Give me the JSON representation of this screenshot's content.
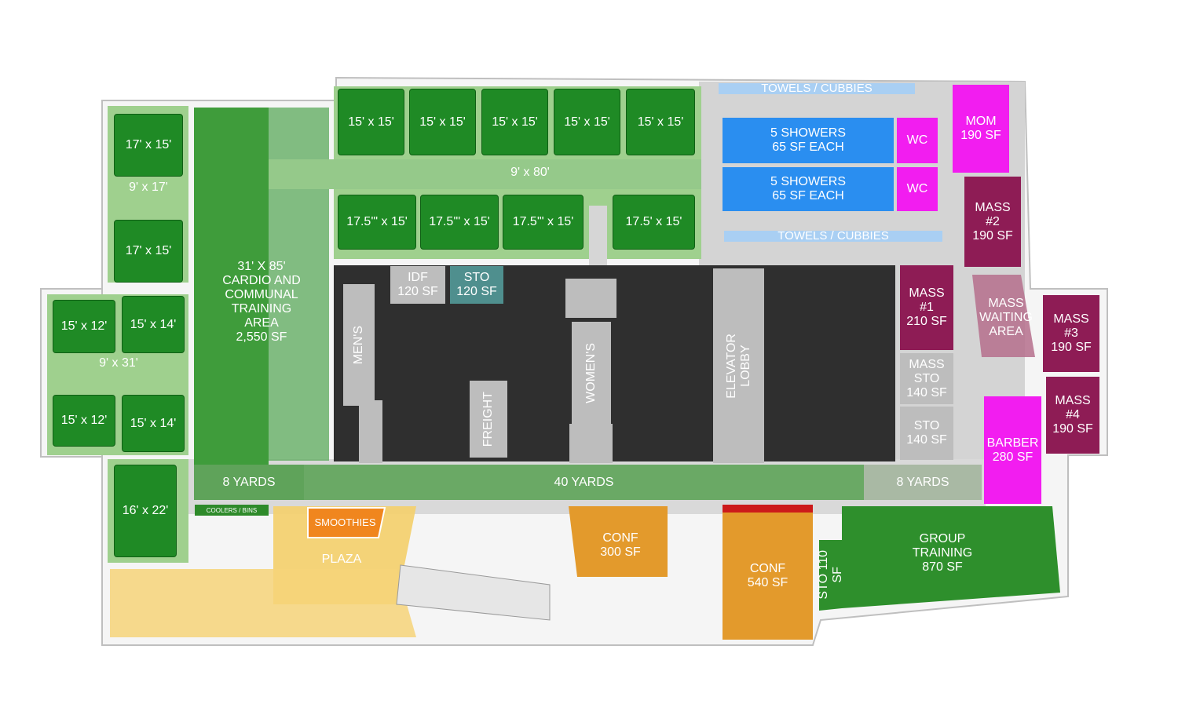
{
  "palette": {
    "dark_green": "#1f8a25",
    "light_green": "#9fd08e",
    "mid_green": "#5aa85a",
    "blue": "#2a8ef0",
    "magenta": "#f21df0",
    "maroon": "#8e1c55",
    "orange": "#e39a2c",
    "yellow": "#f4d071",
    "gray": "#bdbdbd",
    "dark": "#2f2f2f",
    "red": "#cc1a1a"
  },
  "rooms": {
    "r17x15a": "17' x 15'",
    "c9x17": "9' x 17'",
    "r17x15b": "17' x 15'",
    "r15x12a": "15' x 12'",
    "r15x14a": "15' x 14'",
    "c9x31": "9' x 31'",
    "r15x12b": "15' x 12'",
    "r15x14b": "15' x 14'",
    "r16x22": "16' x 22'",
    "cardio": "31' X 85'\nCARDIO AND\nCOMMUNAL\nTRAINING\nAREA\n2,550 SF",
    "t1": "15' x 15'",
    "t2": "15' x 15'",
    "t3": "15' x 15'",
    "t4": "15' x 15'",
    "t5": "15' x 15'",
    "c9x80": "9' x 80'",
    "b1": "17.5'\" x 15'",
    "b2": "17.5'\" x 15'",
    "b3": "17.5'\" x 15'",
    "b4": "17.5' x 15'",
    "idf": "IDF\n120 SF",
    "sto120": "STO\n120 SF",
    "mens": "MEN'S",
    "womens": "WOMEN'S",
    "freight": "FREIGHT",
    "elevator": "ELEVATOR\nLOBBY",
    "towels_top": "TOWELS / CUBBIES",
    "towels_bottom": "TOWELS / CUBBIES",
    "showers1": "5  SHOWERS\n65 SF EACH",
    "showers2": "5 SHOWERS\n65 SF EACH",
    "wc1": "WC",
    "wc2": "WC",
    "mom": "MOM\n190 SF",
    "mass2": "MASS\n#2\n190 SF",
    "mass1": "MASS\n#1\n210 SF",
    "mass_waiting": "MASS\nWAITING\nAREA",
    "mass3": "MASS\n#3\n190 SF",
    "mass_sto": "MASS\nSTO\n140 SF",
    "sto140": "STO\n140 SF",
    "mass4": "MASS\n#4\n190 SF",
    "barber": "BARBER\n280 SF",
    "yards8a": "8 YARDS",
    "yards40": "40 YARDS",
    "yards8b": "8 YARDS",
    "coolers": "COOLERS / BINS",
    "smoothies": "SMOOTHIES",
    "plaza": "PLAZA",
    "conf300": "CONF\n300 SF",
    "conf540": "CONF\n540 SF",
    "sto110": "STO 110\nSF",
    "group": "GROUP\nTRAINING\n870 SF"
  }
}
